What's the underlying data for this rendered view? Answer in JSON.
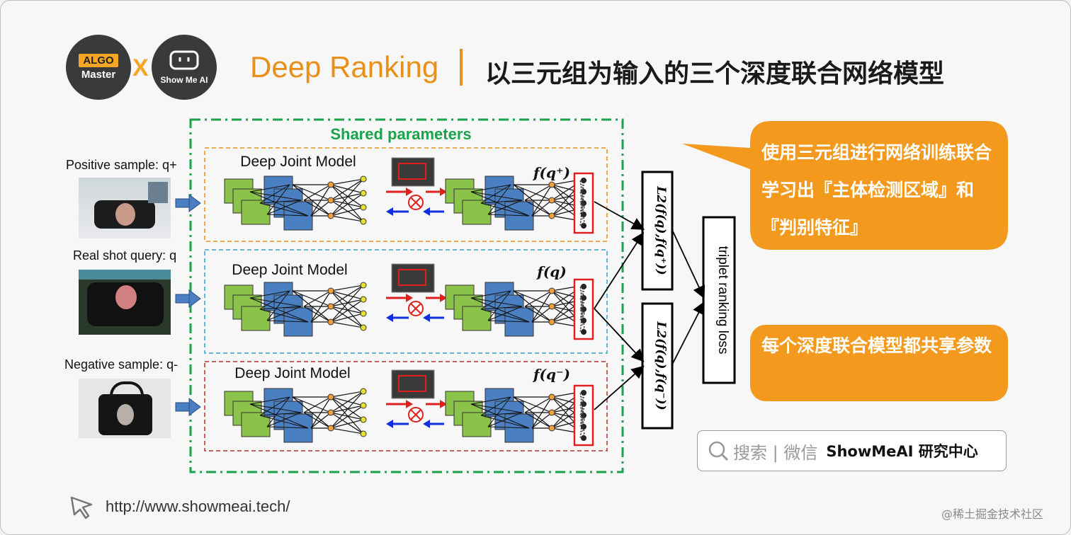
{
  "header": {
    "logo_left_tag": "ALGO",
    "logo_left_sub": "Master",
    "logo_x": "X",
    "logo_right_sub": "Show Me AI",
    "title_en": "Deep Ranking",
    "title_cn": "以三元组为输入的三个深度联合网络模型"
  },
  "diagram": {
    "shared_label": "Shared parameters",
    "samples": [
      {
        "label": "Positive sample: q+"
      },
      {
        "label": "Real shot query: q"
      },
      {
        "label": "Negative sample: q-"
      }
    ],
    "branches": [
      {
        "model_label": "Deep Joint Model",
        "f_label": "f(q⁺)",
        "color": "#e8901a"
      },
      {
        "model_label": "Deep Joint Model",
        "f_label": "f(q)",
        "color": "#3aa0c8"
      },
      {
        "model_label": "Deep Joint Model",
        "f_label": "f(q⁻)",
        "color": "#b03030"
      }
    ],
    "l2_top": "L2(f(q),f(q⁺))",
    "l2_bottom": "L2(f(q),f(q⁻))",
    "loss_label": "triplet ranking loss",
    "colors": {
      "shared_border": "#1aa34a",
      "green_block": "#8bc34a",
      "blue_block": "#4a7fc1",
      "callout": "#f39a1e"
    }
  },
  "callouts": {
    "top": "使用三元组进行网络训练联合学习出『主体检测区域』和『判别特征』",
    "bottom": "每个深度联合模型都共享参数"
  },
  "search": {
    "label": "搜索 | 微信",
    "brand": "ShowMeAI 研究中心"
  },
  "footer": {
    "url": "http://www.showmeai.tech/",
    "watermark": "@稀土掘金技术社区"
  }
}
